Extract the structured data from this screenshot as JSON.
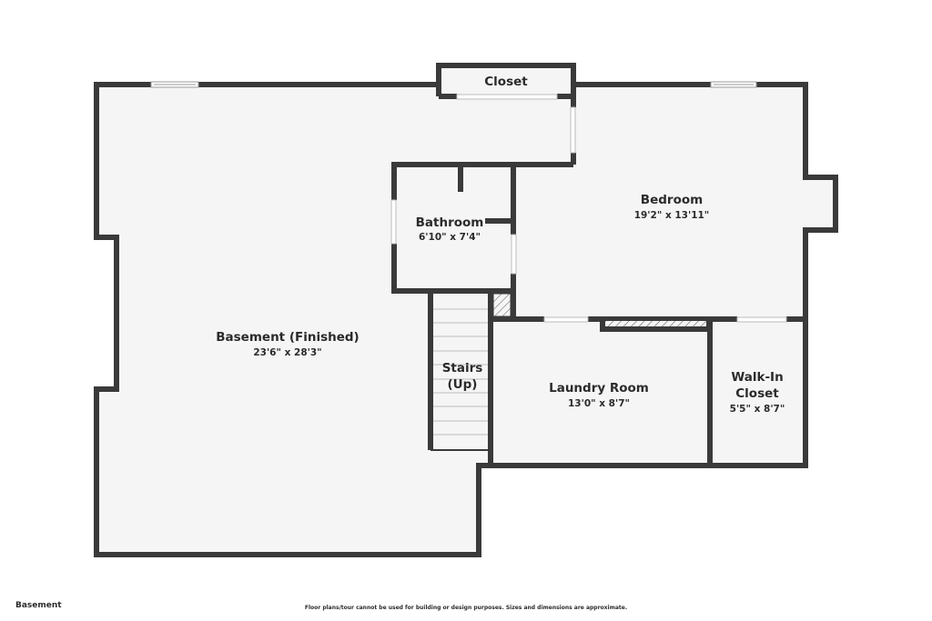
{
  "floor": {
    "label": "Basement"
  },
  "disclaimer": "Floor plans/tour cannot be used for building or design purposes. Sizes and dimensions are approximate.",
  "colors": {
    "wall": "#3a3a3a",
    "floor": "#f5f5f5",
    "background": "#ffffff",
    "window": "#ffffff",
    "text": "#2b2b2b"
  },
  "rooms": [
    {
      "id": "basement",
      "name": "Basement (Finished)",
      "dims": "23'6\" x 28'3\""
    },
    {
      "id": "bathroom",
      "name": "Bathroom",
      "dims": "6'10\" x 7'4\""
    },
    {
      "id": "bedroom",
      "name": "Bedroom",
      "dims": "19'2\" x 13'11\""
    },
    {
      "id": "closet",
      "name": "Closet",
      "dims": ""
    },
    {
      "id": "stairs",
      "name": "Stairs",
      "name2": "(Up)",
      "dims": ""
    },
    {
      "id": "laundry",
      "name": "Laundry Room",
      "dims": "13'0\" x 8'7\""
    },
    {
      "id": "walkin",
      "name": "Walk-In",
      "name2": "Closet",
      "dims": "5'5\" x 8'7\""
    }
  ]
}
